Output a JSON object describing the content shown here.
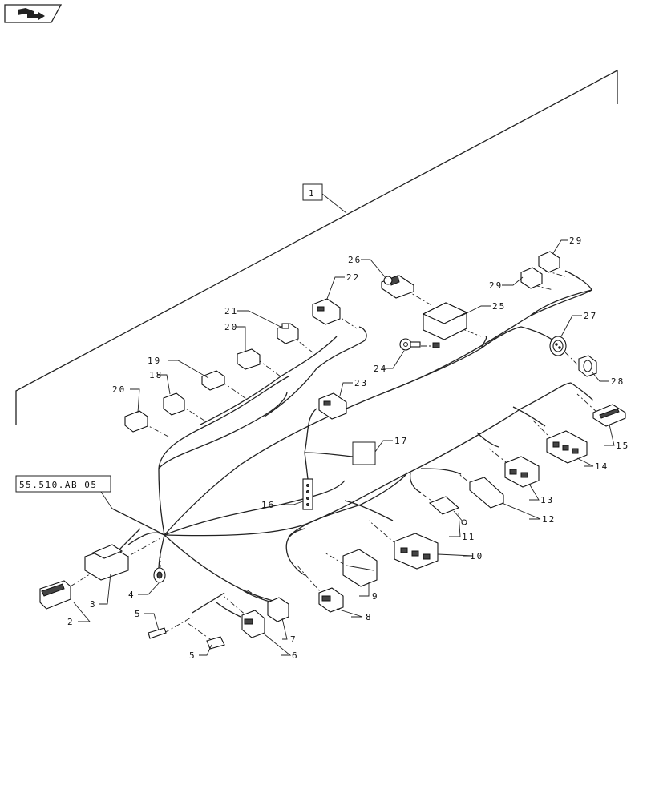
{
  "page": {
    "nav_icon": "book-arrow-icon"
  },
  "diagram": {
    "assembly_callout": "1",
    "reference_label": "55.510.AB 05",
    "callouts": {
      "c2": "2",
      "c3": "3",
      "c4": "4",
      "c5a": "5",
      "c5b": "5",
      "c6": "6",
      "c7": "7",
      "c8": "8",
      "c9": "9",
      "c10": "10",
      "c11": "11",
      "c12": "12",
      "c13": "13",
      "c14": "14",
      "c15": "15",
      "c16": "16",
      "c17": "17",
      "c18": "18",
      "c19": "19",
      "c20a": "20",
      "c20b": "20",
      "c21": "21",
      "c22": "22",
      "c23": "23",
      "c24": "24",
      "c25": "25",
      "c26": "26",
      "c27": "27",
      "c28": "28",
      "c29a": "29",
      "c29b": "29"
    }
  }
}
